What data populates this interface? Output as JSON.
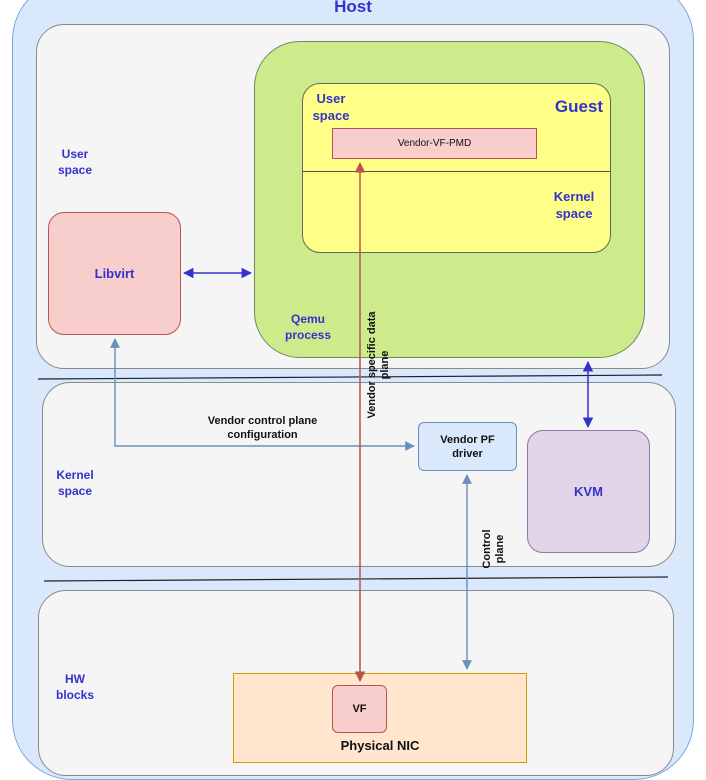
{
  "host": {
    "title": "Host"
  },
  "user_region": {
    "label": "User space"
  },
  "kernel_region": {
    "label": "Kernel space"
  },
  "hw_region": {
    "label": "HW blocks"
  },
  "qemu": {
    "label": "Qemu process"
  },
  "guest": {
    "title": "Guest",
    "user_space_label": "User space",
    "kernel_space_label": "Kernel space",
    "pmd_label": "Vendor-VF-PMD"
  },
  "libvirt": {
    "label": "Libvirt"
  },
  "kvm": {
    "label": "KVM"
  },
  "pf_driver": {
    "label_line1": "Vendor PF",
    "label_line2": "driver"
  },
  "nic": {
    "label": "Physical NIC",
    "vf_label": "VF"
  },
  "edges": {
    "control_config_line1": "Vendor control plane",
    "control_config_line2": "configuration",
    "data_plane_line1": "Vendor specific data",
    "data_plane_line2": "plane",
    "control_plane_line1": "Control",
    "control_plane_line2": "plane"
  },
  "colors": {
    "host_fill": "#dae8fc",
    "qemu_fill": "#cdeb8b",
    "guest_fill": "#ffff88",
    "label_blue": "#3333cc",
    "data_plane_arrow": "#b85450",
    "control_arrow": "#6c8ebf",
    "kvm_arrow": "#3333cc"
  }
}
